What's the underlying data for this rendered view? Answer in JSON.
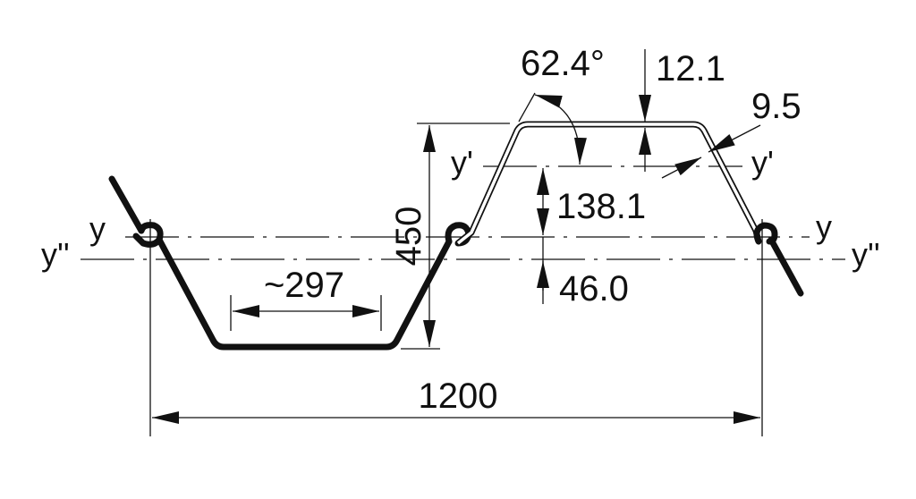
{
  "dimensions": {
    "angle": "62.4°",
    "flange_thickness": "12.1",
    "web_thickness": "9.5",
    "height": "450",
    "y_prime_offset": "138.1",
    "y_double_prime_offset": "46.0",
    "flange_width": "~297",
    "width": "1200"
  },
  "axes": {
    "y": "y",
    "y_prime": "y'",
    "y_double_prime": "y''"
  },
  "color": "#111111"
}
